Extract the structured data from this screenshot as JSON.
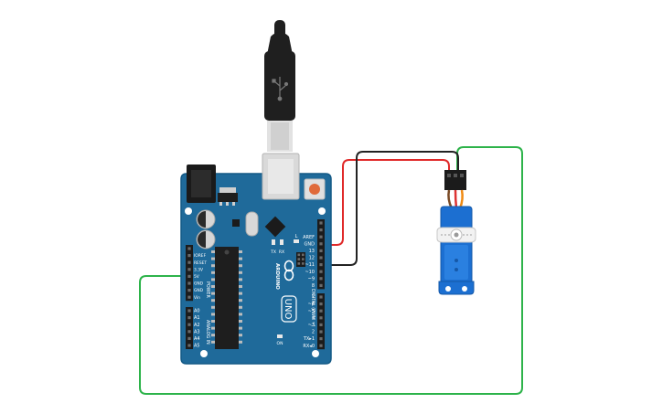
{
  "colors": {
    "background": "#ffffff",
    "board": "#1f6a9a",
    "board_edge": "#145a86",
    "wire_green": "#2db34a",
    "wire_red": "#e02a2a",
    "wire_black": "#222222",
    "servo_body": "#1c6fd1",
    "usb_plug": "#1f1f1f",
    "usb_metal": "#c9c9c9"
  },
  "board": {
    "brand": "ARDUINO",
    "model": "UNO",
    "digital_header_title": "DIGITAL (PWM ~)",
    "power_header_title": "POWER",
    "analog_header_title": "ANALOG IN",
    "led_tx": "TX",
    "led_rx": "RX",
    "led_l": "L",
    "on_label": "ON",
    "top_pins": [
      "AREF",
      "GND",
      "13",
      "12",
      "~11",
      "~10",
      "~9",
      "8"
    ],
    "bottom_pins": [
      "7",
      "~6",
      "~5",
      "4",
      "~3",
      "2",
      "TX▸1",
      "RX◂0"
    ],
    "power_pins": [
      "IOREF",
      "RESET",
      "3.3V",
      "5V",
      "GND",
      "GND",
      "Vin"
    ],
    "analog_pins": [
      "A0",
      "A1",
      "A2",
      "A3",
      "A4",
      "A5"
    ]
  },
  "icons": {
    "usb": "usb-icon",
    "arduino_logo": "infinity-logo-icon"
  }
}
